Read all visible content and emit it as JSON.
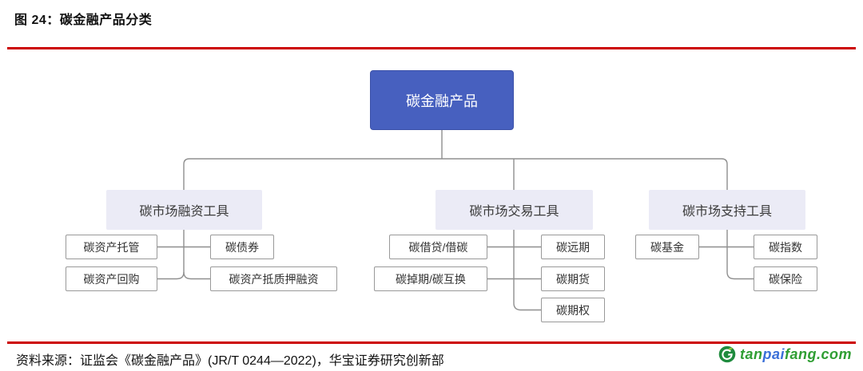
{
  "figure": {
    "title": "图 24：碳金融产品分类"
  },
  "diagram": {
    "root": {
      "label": "碳金融产品"
    },
    "categories": [
      {
        "label": "碳市场融资工具"
      },
      {
        "label": "碳市场交易工具"
      },
      {
        "label": "碳市场支持工具"
      }
    ],
    "leaves": [
      {
        "label": "碳资产托管",
        "parent": "碳市场融资工具"
      },
      {
        "label": "碳债券",
        "parent": "碳市场融资工具"
      },
      {
        "label": "碳资产回购",
        "parent": "碳市场融资工具"
      },
      {
        "label": "碳资产抵质押融资",
        "parent": "碳市场融资工具"
      },
      {
        "label": "碳借贷/借碳",
        "parent": "碳市场交易工具"
      },
      {
        "label": "碳掉期/碳互换",
        "parent": "碳市场交易工具"
      },
      {
        "label": "碳远期",
        "parent": "碳市场交易工具"
      },
      {
        "label": "碳期货",
        "parent": "碳市场交易工具"
      },
      {
        "label": "碳期权",
        "parent": "碳市场交易工具"
      },
      {
        "label": "碳基金",
        "parent": "碳市场支持工具"
      },
      {
        "label": "碳指数",
        "parent": "碳市场支持工具"
      },
      {
        "label": "碳保险",
        "parent": "碳市场支持工具"
      }
    ]
  },
  "footer": {
    "source": "资料来源：证监会《碳金融产品》(JR/T 0244—2022)，华宝证券研究创新部",
    "logo": {
      "icon": "tanpaifang-leaf-icon",
      "segments": [
        {
          "text": "tan",
          "color": "#2f9e33"
        },
        {
          "text": "pai",
          "color": "#3a6fd8"
        },
        {
          "text": "fang.com",
          "color": "#2f9e33"
        }
      ]
    }
  },
  "colors": {
    "accent_red": "#cc0000",
    "root_blue": "#4760bf",
    "category_fill": "#ebebf6",
    "leaf_border": "#999999",
    "connector_gray": "#8f8f8f",
    "logo_green": "#2f9e33",
    "logo_blue": "#3a6fd8"
  }
}
